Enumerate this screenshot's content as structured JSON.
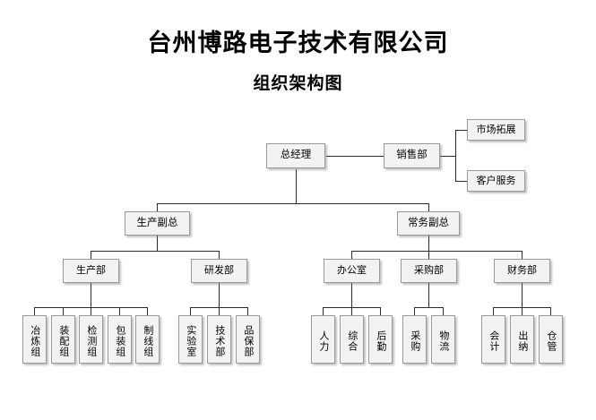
{
  "document": {
    "title": "台州博路电子技术有限公司",
    "subtitle": "组织架构图"
  },
  "org_chart": {
    "root": {
      "label": "总经理"
    },
    "sales": {
      "label": "销售部",
      "children": [
        {
          "label": "市场拓展"
        },
        {
          "label": "客户服务"
        }
      ]
    },
    "vps": [
      {
        "label": "生产副总"
      },
      {
        "label": "常务副总"
      }
    ],
    "departments": [
      {
        "label": "生产部",
        "parent": "生产副总",
        "children": [
          {
            "label": "冶炼组"
          },
          {
            "label": "装配组"
          },
          {
            "label": "检测组"
          },
          {
            "label": "包装组"
          },
          {
            "label": "制线组"
          }
        ]
      },
      {
        "label": "研发部",
        "parent": "生产副总",
        "children": [
          {
            "label": "实验室"
          },
          {
            "label": "技术部"
          },
          {
            "label": "品保部"
          }
        ]
      },
      {
        "label": "办公室",
        "parent": "常务副总",
        "children": [
          {
            "label": "人力"
          },
          {
            "label": "综合"
          },
          {
            "label": "后勤"
          }
        ]
      },
      {
        "label": "采购部",
        "parent": "常务副总",
        "children": [
          {
            "label": "采购"
          },
          {
            "label": "物流"
          }
        ]
      },
      {
        "label": "财务部",
        "parent": "常务副总",
        "children": [
          {
            "label": "会计"
          },
          {
            "label": "出纳"
          },
          {
            "label": "仓管"
          }
        ]
      }
    ]
  },
  "style": {
    "box_fill": "#f3f3f3",
    "box_border": "#9a9a9a",
    "line_color": "#2b2b2b",
    "text_color": "#000000",
    "background": "#ffffff"
  }
}
